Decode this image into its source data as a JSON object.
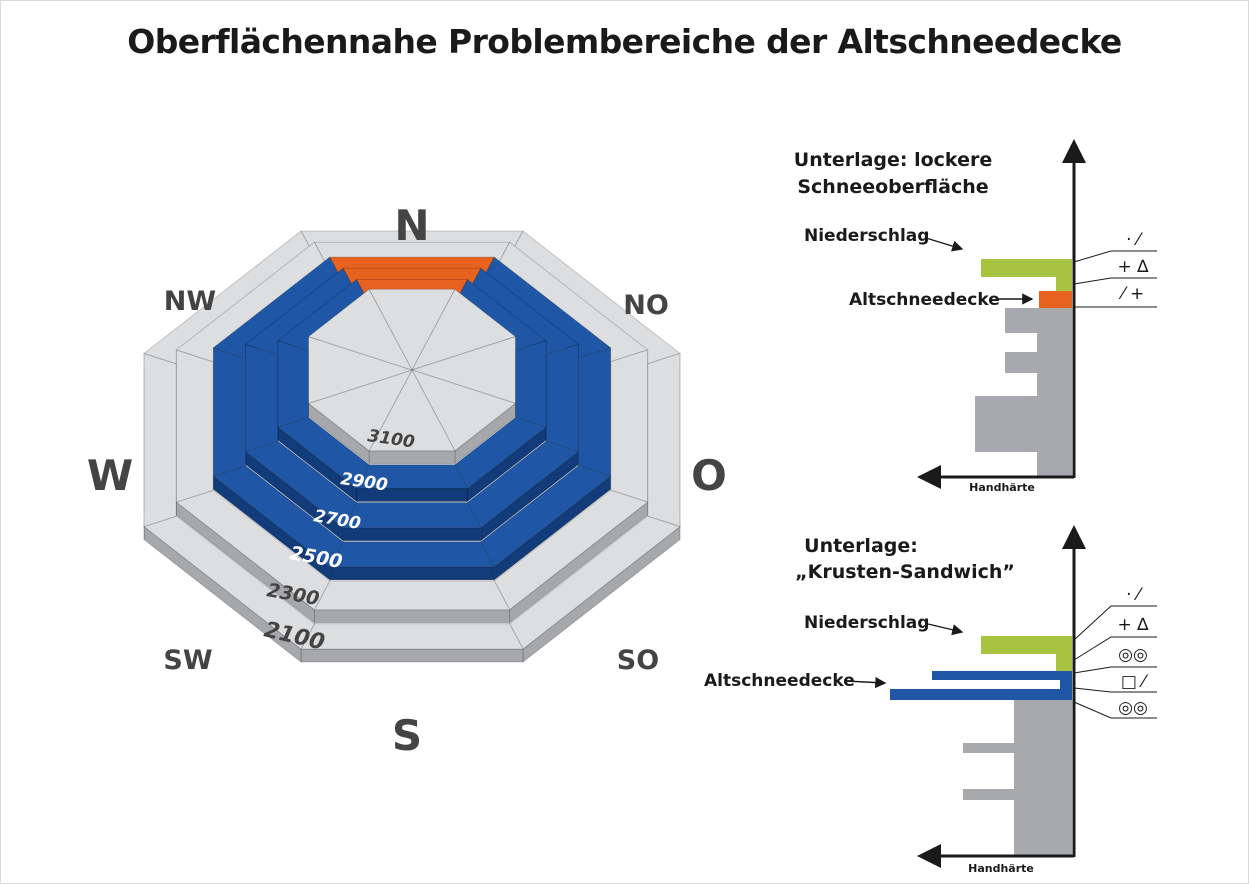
{
  "title": "Oberflächennahe Problembereiche der Altschneedecke",
  "compass": {
    "n": "N",
    "no": "NO",
    "o": "O",
    "so": "SO",
    "s": "S",
    "sw": "SW",
    "w": "W",
    "nw": "NW"
  },
  "elevations": [
    "2100",
    "2300",
    "2500",
    "2700",
    "2900",
    "3100"
  ],
  "colors": {
    "gray_top": "#dcdee0",
    "gray_side": "#a6a8ab",
    "blue_top": "#1f57a6",
    "blue_side": "#123b7a",
    "orange": "#e8621f",
    "green": "#a8c341",
    "profile_gray": "#a8a9ac"
  },
  "panel1": {
    "heading_line1": "Unterlage: lockere",
    "heading_line2": "Schneeoberfläche",
    "niederschlag": "Niederschlag",
    "altschneedecke": "Altschneedecke",
    "axis_label": "Handhärte",
    "symbols": [
      "· ⁄",
      "+ ∆",
      "⁄ +"
    ]
  },
  "panel2": {
    "heading_line1": "Unterlage:",
    "heading_line2": "„Krusten-Sandwich”",
    "niederschlag": "Niederschlag",
    "altschneedecke": "Altschneedecke",
    "axis_label": "Handhärte",
    "symbols": [
      "· ⁄",
      "+ ∆",
      "◎◎",
      "□ ⁄",
      "◎◎"
    ]
  }
}
